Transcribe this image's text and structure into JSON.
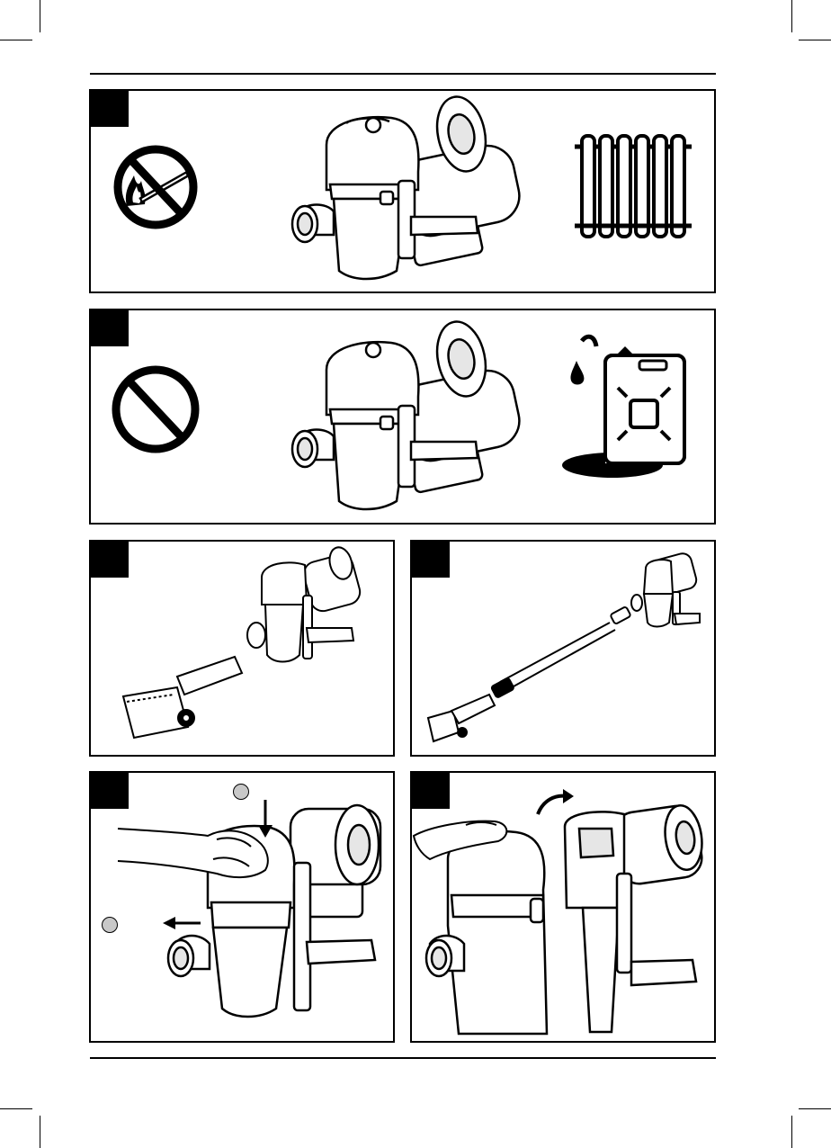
{
  "page": {
    "panels": [
      {
        "id": "panel-1",
        "pictograms": [
          "no-open-flame-icon",
          "handheld-vacuum-illustration",
          "radiator-icon"
        ]
      },
      {
        "id": "panel-2",
        "pictograms": [
          "prohibition-icon",
          "handheld-vacuum-illustration",
          "fuel-canister-icon"
        ]
      },
      {
        "id": "panel-3",
        "pictograms": [
          "floor-brush-attach-illustration"
        ]
      },
      {
        "id": "panel-4",
        "pictograms": [
          "extension-tube-attach-illustration"
        ]
      },
      {
        "id": "panel-5",
        "pictograms": [
          "press-release-button-illustration",
          "step-marker-icon"
        ]
      },
      {
        "id": "panel-6",
        "pictograms": [
          "open-dust-bin-illustration",
          "rotate-arrow-icon"
        ]
      }
    ],
    "colors": {
      "ink": "#000000",
      "paper": "#ffffff",
      "shade": "#c8c8c8",
      "light": "#e6e6e6"
    }
  }
}
